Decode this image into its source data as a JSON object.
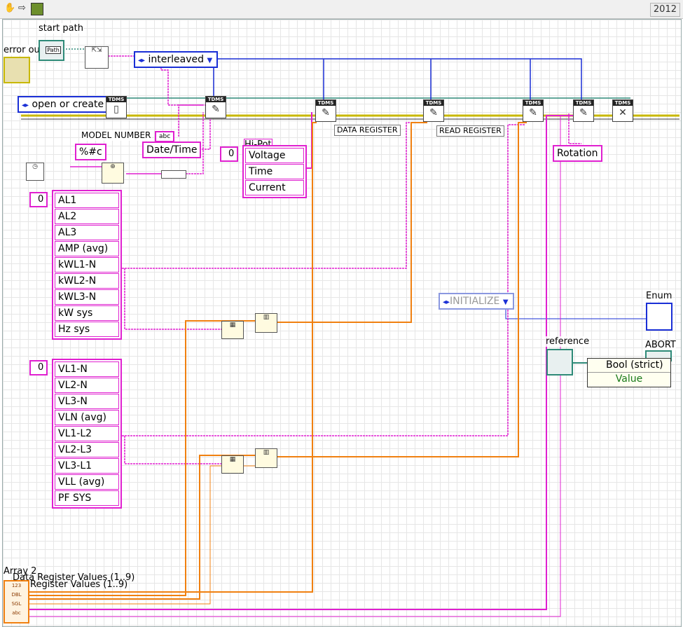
{
  "toolbar": {
    "hand_icon": "hand-icon",
    "arrow_icon": "arrow-right-icon",
    "vi_icon": "vi-icon",
    "year": "2012"
  },
  "labels": {
    "start_path": "start path",
    "error_out": "error out",
    "model_number": "MODEL NUMBER",
    "abc": "abc",
    "hipot": "Hi-Pot",
    "reference": "reference",
    "enum": "Enum",
    "abort": "ABORT",
    "array2": "Array 2",
    "drv1": "Data Register Values (1..9)",
    "drv2": "Register Values (1..9)",
    "path_text": "Path",
    "tdms": "TDMS"
  },
  "rings": {
    "interleaved": "interleaved",
    "open_or_create": "open or create",
    "initialize": "INITIALIZE"
  },
  "constants": {
    "format": "%#c",
    "datetime": "Date/Time",
    "rotation": "Rotation",
    "data_register": "DATA REGISTER",
    "read_register": "READ REGISTER"
  },
  "hipot_array": {
    "index": "0",
    "items": [
      "Voltage",
      "Time",
      "Current"
    ]
  },
  "array_a": {
    "index": "0",
    "items": [
      "AL1",
      "AL2",
      "AL3",
      "AMP (avg)",
      "kWL1-N",
      "kWL2-N",
      "kWL3-N",
      "kW sys",
      "Hz sys"
    ]
  },
  "array_b": {
    "index": "0",
    "items": [
      "VL1-N",
      "VL2-N",
      "VL3-N",
      "VLN (avg)",
      "VL1-L2",
      "VL2-L3",
      "VL3-L1",
      "VLL (avg)",
      "PF SYS"
    ]
  },
  "property_node": {
    "prop": "Bool (strict)",
    "value": "Value"
  },
  "array_terminal_types": [
    "123",
    "DBL",
    "SGL",
    "abc"
  ],
  "colors": {
    "string_wire": "#e020d0",
    "enum_wire": "#1a2fd6",
    "double_wire": "#f08010",
    "error_wire": "#c8b800",
    "ref_wire": "#2e8a78"
  }
}
